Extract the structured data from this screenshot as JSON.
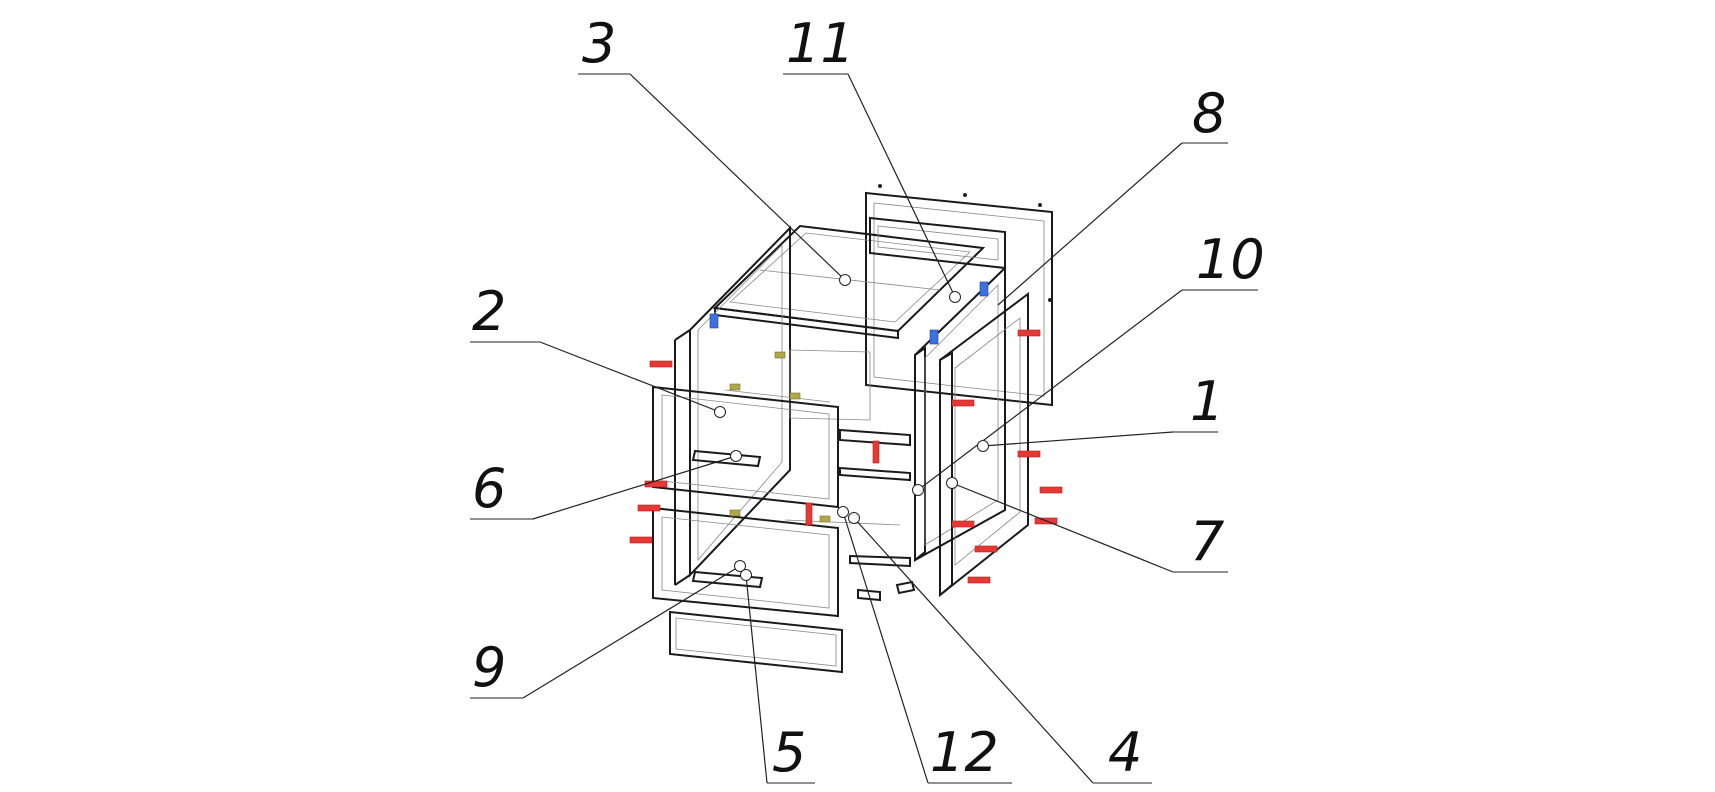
{
  "callouts": [
    {
      "id": "c3",
      "label": "3"
    },
    {
      "id": "c11",
      "label": "11"
    },
    {
      "id": "c8",
      "label": "8"
    },
    {
      "id": "c10",
      "label": "10"
    },
    {
      "id": "c2",
      "label": "2"
    },
    {
      "id": "c1",
      "label": "1"
    },
    {
      "id": "c6",
      "label": "6"
    },
    {
      "id": "c7",
      "label": "7"
    },
    {
      "id": "c9",
      "label": "9"
    },
    {
      "id": "c5",
      "label": "5"
    },
    {
      "id": "c12",
      "label": "12"
    },
    {
      "id": "c4",
      "label": "4"
    }
  ],
  "colors": {
    "fastener_red": "#e53935",
    "hinge_blue": "#3f6fe0",
    "dowel_olive": "#b0a64a",
    "line": "#1a1a1a"
  }
}
